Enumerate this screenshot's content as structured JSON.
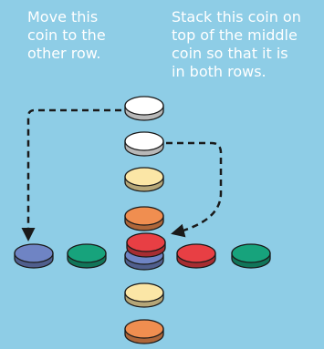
{
  "captions": {
    "left": "Move this\ncoin to the\nother row.",
    "right": "Stack this coin on\ntop of the middle\ncoin so that it is\nin both rows."
  },
  "colors": {
    "background": "#8ecde6",
    "arrow": "#1a1a1a",
    "white": "#ffffff",
    "yellow": "#fbe6a6",
    "orange": "#f08e50",
    "red": "#e83f44",
    "blue": "#6f84c4",
    "green": "#17a37c"
  },
  "coins": {
    "vertical_column": [
      "white",
      "white",
      "yellow",
      "orange",
      "blue",
      "yellow",
      "orange"
    ],
    "horizontal_row": [
      "blue",
      "green",
      "blue",
      "red",
      "green"
    ],
    "stacked_on_middle": "red",
    "coin_to_move": "white (top of column)",
    "coin_to_stack": "white (second in column)"
  }
}
